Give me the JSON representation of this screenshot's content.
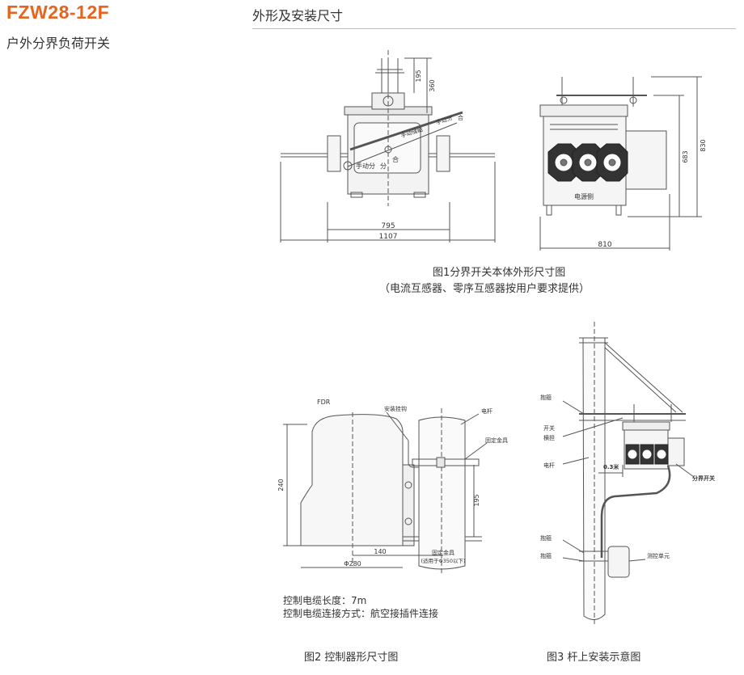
{
  "header": {
    "model": "FZW28-12F",
    "subtitle": "户外分界负荷开关",
    "section_title": "外形及安装尺寸"
  },
  "figure1": {
    "caption_line1": "图1分界开关本体外形尺寸图",
    "caption_line2": "（电流互感器、零序互感器按用户要求提供）",
    "front": {
      "dim_width_inner": "795",
      "dim_width_outer": "1107",
      "dim_top_small": "195",
      "dim_top_large": "360",
      "label_hand_energy": "手动储能",
      "label_hand_open": "手动分",
      "label_hand_close": "合",
      "label_manual": "手动分",
      "label_fen": "分",
      "label_he": "合"
    },
    "side": {
      "dim_width": "810",
      "dim_height_inner": "683",
      "dim_height_outer": "830",
      "label_power_side": "电源侧"
    }
  },
  "figure2": {
    "caption": "图2 控制器形尺寸图",
    "label_fdr": "FDR",
    "label_hook": "安装挂钩",
    "label_pole": "电杆",
    "label_fixture": "固定金具",
    "label_fixture_bottom": "固定金具",
    "label_fixture_bottom_note": "(适用于Φ350以下)",
    "dim_height": "240",
    "dim_195": "195",
    "dim_140": "140",
    "dim_280": "Φ280",
    "note_line1": "控制电缆长度：7m",
    "note_line2": "控制电缆连接方式：航空接插件连接"
  },
  "figure3": {
    "caption": "图3 杆上安装示意图",
    "label_hoop_top": "抱箍",
    "label_switch_arm_1": "开关",
    "label_switch_arm_2": "横担",
    "label_pole": "电杆",
    "label_hoop_mid": "抱箍",
    "label_hoop_low": "抱箍",
    "label_distance": "0.3米",
    "label_boundary_switch": "分界开关",
    "label_control_unit": "测控单元"
  }
}
